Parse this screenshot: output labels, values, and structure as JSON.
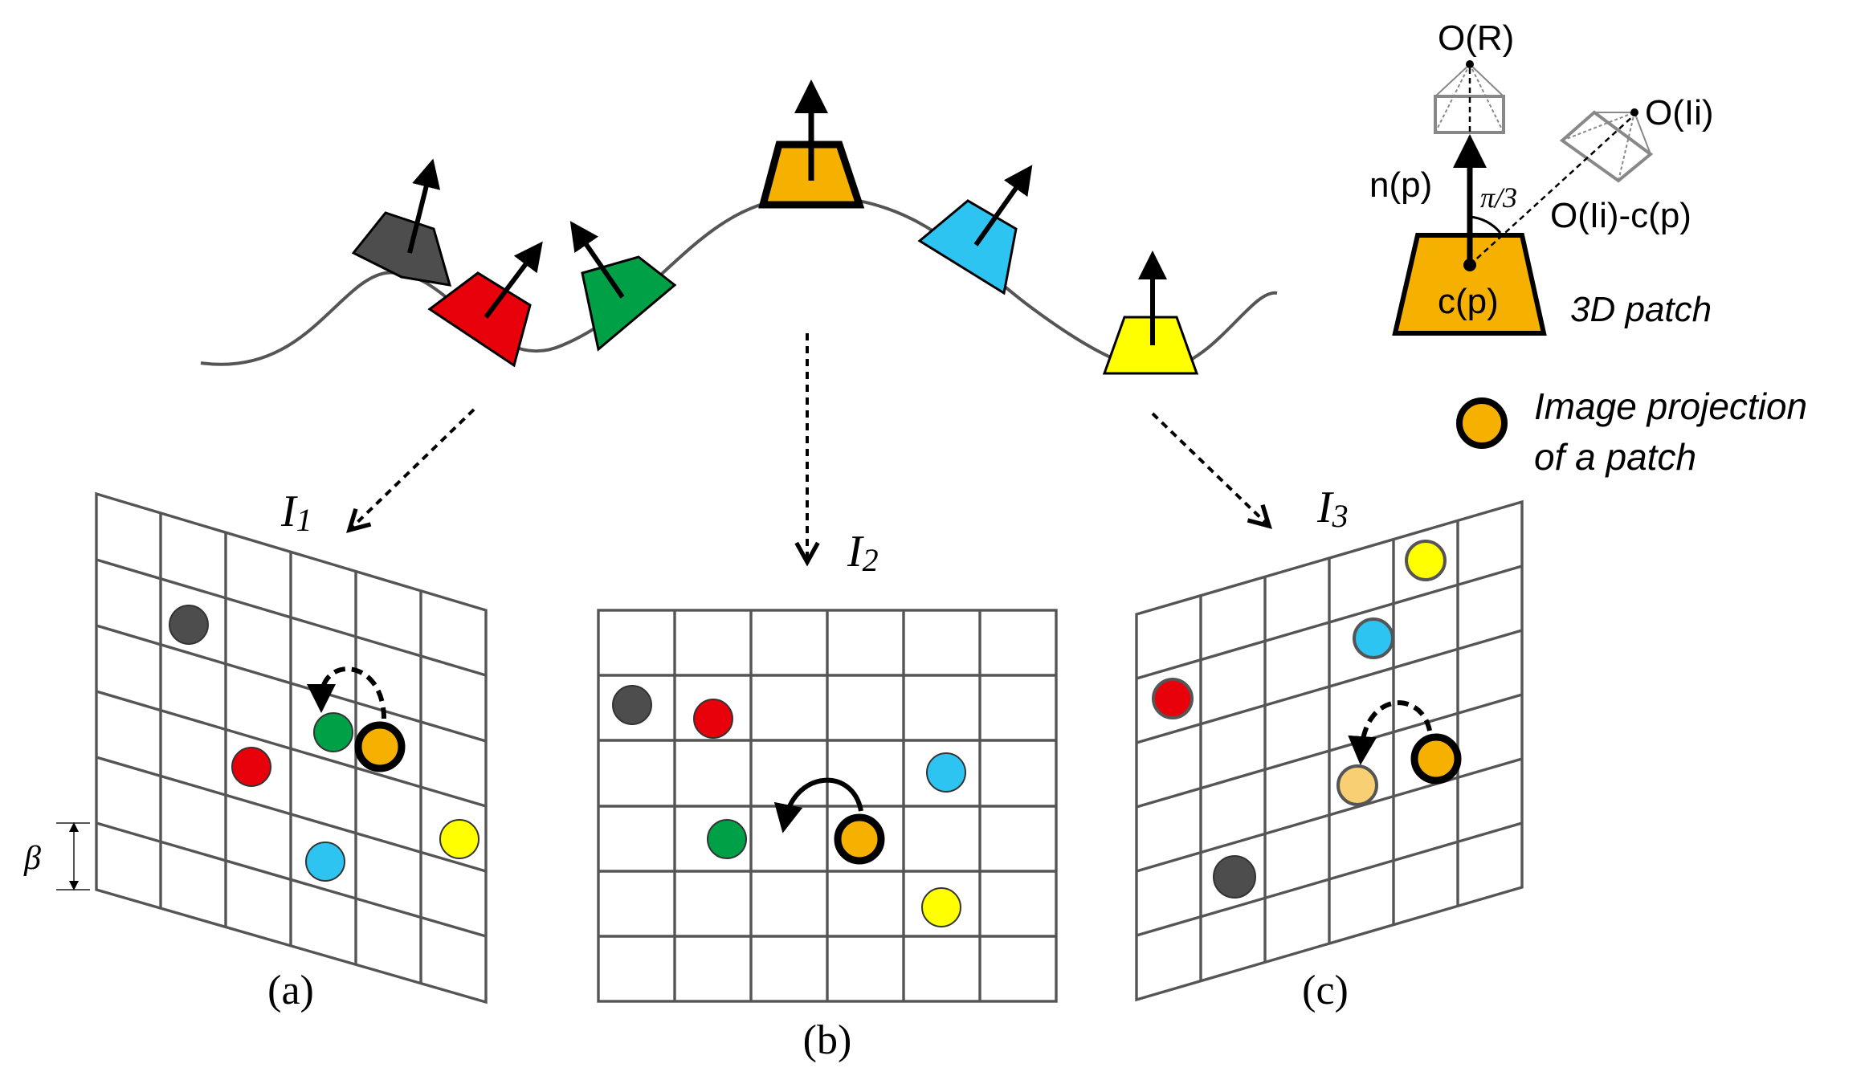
{
  "images": {
    "I1": {
      "label": "I",
      "sub": "1",
      "caption": "(a)"
    },
    "I2": {
      "label": "I",
      "sub": "2",
      "caption": "(b)"
    },
    "I3": {
      "label": "I",
      "sub": "3",
      "caption": "(c)"
    }
  },
  "beta_label": "β",
  "legend": {
    "patch_center": "c(p)",
    "patch_normal": "n(p)",
    "ref_camera": "O(R)",
    "image_camera": "O(Ii)",
    "view_vector": "O(Ii)-c(p)",
    "angle": "π/3",
    "patch_label": "3D patch",
    "projection_line1": "Image projection",
    "projection_line2": "of a patch"
  },
  "colors": {
    "curve": "#555555",
    "orange": "#F5B000",
    "red": "#E8000B",
    "green": "#00A046",
    "cyan": "#2EC4F2",
    "yellow": "#FFFF00",
    "gray": "#4D4D4D",
    "light_orange": "#F8CF72"
  }
}
